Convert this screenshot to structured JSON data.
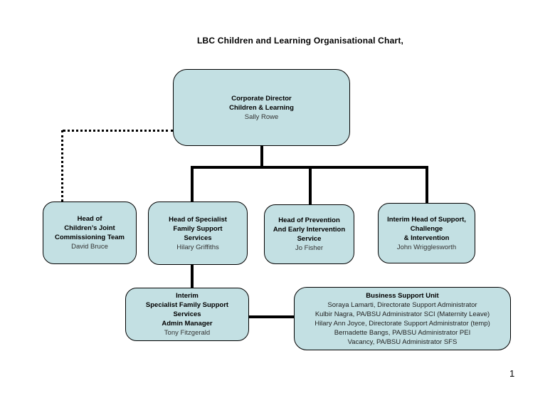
{
  "page": {
    "title": "LBC Children and Learning Organisational Chart,",
    "page_number": "1"
  },
  "colors": {
    "node_fill": "#c3e0e3",
    "node_border": "#000000",
    "connector": "#000000",
    "background": "#ffffff"
  },
  "nodes": {
    "corporate_director": {
      "role_line1": "Corporate Director",
      "role_line2": "Children & Learning",
      "person": "Sally Rowe"
    },
    "joint_commissioning": {
      "role_line1": "Head of",
      "role_line2": "Children’s Joint",
      "role_line3": "Commissioning Team",
      "person": "David Bruce"
    },
    "specialist_family_support": {
      "role_line1": "Head of Specialist",
      "role_line2": "Family Support",
      "role_line3": "Services",
      "person": "Hilary Griffiths"
    },
    "prevention_early_intervention": {
      "role_line1": "Head of Prevention",
      "role_line2": "And Early Intervention",
      "role_line3": "Service",
      "person": "Jo Fisher"
    },
    "support_challenge_intervention": {
      "role_line1": "Interim Head of Support,",
      "role_line2": "Challenge",
      "role_line3": "& Intervention",
      "person": "John Wrigglesworth"
    },
    "admin_manager": {
      "role_line1": "Interim",
      "role_line2": "Specialist Family Support",
      "role_line3": "Services",
      "role_line4": "Admin Manager",
      "person": "Tony Fitzgerald"
    },
    "business_support_unit": {
      "title": "Business Support Unit",
      "member1": "Soraya Lamarti, Directorate Support Administrator",
      "member2": "Kulbir Nagra, PA/BSU Administrator SCI (Maternity Leave)",
      "member3": "Hilary Ann Joyce, Directorate Support Administrator (temp)",
      "member4": "Bernadette Bangs, PA/BSU Administrator PEI",
      "member5": "Vacancy, PA/BSU Administrator SFS"
    }
  }
}
